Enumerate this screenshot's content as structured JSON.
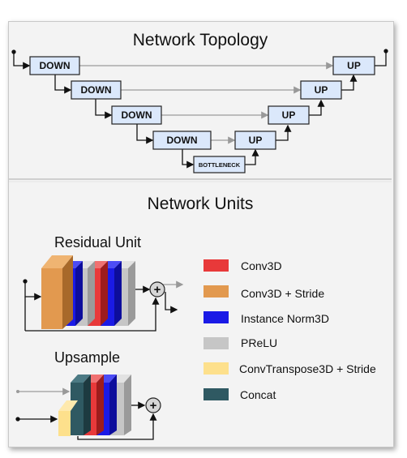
{
  "topology": {
    "title": "Network Topology",
    "down_label": "DOWN",
    "up_label": "UP",
    "bottleneck_label": "BOTTLENECK"
  },
  "units": {
    "title": "Network Units",
    "residual_title": "Residual Unit",
    "upsample_title": "Upsample",
    "plus_symbol": "+"
  },
  "legend": [
    {
      "label": "Conv3D",
      "color": "#e8393a"
    },
    {
      "label": "Conv3D + Stride",
      "color": "#e2994f"
    },
    {
      "label": "Instance Norm3D",
      "color": "#1a1ae6"
    },
    {
      "label": "PReLU",
      "color": "#c6c6c6"
    },
    {
      "label": "ConvTranspose3D + Stride",
      "color": "#fde08c"
    },
    {
      "label": "Concat",
      "color": "#2f5962"
    }
  ]
}
